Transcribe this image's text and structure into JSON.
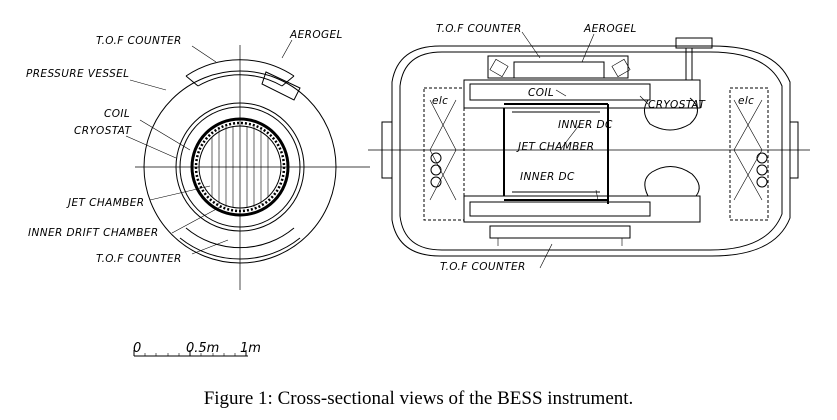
{
  "caption": "Figure 1: Cross-sectional views of the BESS instrument.",
  "labels": {
    "tof_counter": "T.O.F COUNTER",
    "aerogel": "AEROGEL",
    "pressure_vessel": "PRESSURE VESSEL",
    "coil": "COIL",
    "cryostat": "CRYOSTAT",
    "jet_chamber": "JET CHAMBER",
    "inner_drift_chamber": "INNER DRIFT CHAMBER",
    "inner_dc": "INNER DC",
    "elc": "elc"
  },
  "scale": {
    "zero": "0",
    "half": "0.5m",
    "one": "1m"
  }
}
